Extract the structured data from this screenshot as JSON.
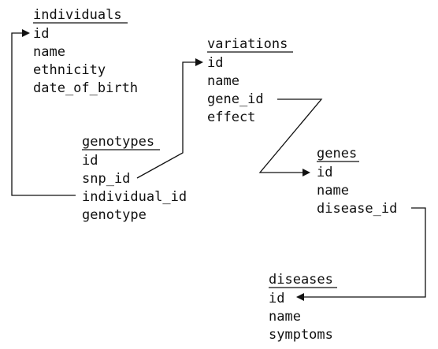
{
  "diagram": {
    "tables": {
      "individuals": {
        "name": "individuals",
        "fields": [
          "id",
          "name",
          "ethnicity",
          "date_of_birth"
        ]
      },
      "genotypes": {
        "name": "genotypes",
        "fields": [
          "id",
          "snp_id",
          "individual_id",
          "genotype"
        ]
      },
      "variations": {
        "name": "variations",
        "fields": [
          "id",
          "name",
          "gene_id",
          "effect"
        ]
      },
      "genes": {
        "name": "genes",
        "fields": [
          "id",
          "name",
          "disease_id"
        ]
      },
      "diseases": {
        "name": "diseases",
        "fields": [
          "id",
          "name",
          "symptoms"
        ]
      }
    },
    "relations": [
      {
        "from": "genotypes.individual_id",
        "to": "individuals.id"
      },
      {
        "from": "genotypes.snp_id",
        "to": "variations.id"
      },
      {
        "from": "variations.gene_id",
        "to": "genes.id"
      },
      {
        "from": "genes.disease_id",
        "to": "diseases.id"
      }
    ]
  }
}
